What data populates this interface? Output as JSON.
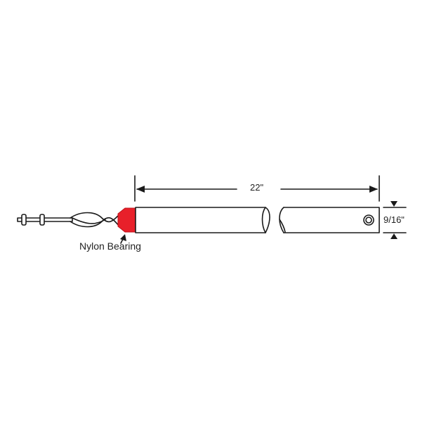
{
  "diagram": {
    "subject": "window operator shaft with nylon bearing",
    "labels": {
      "length": "22\"",
      "diameter": "9/16\"",
      "bearing": "Nylon Bearing"
    },
    "colors": {
      "line": "#1a1a1a",
      "bearing": "#e8202a",
      "background": "#ffffff"
    }
  }
}
